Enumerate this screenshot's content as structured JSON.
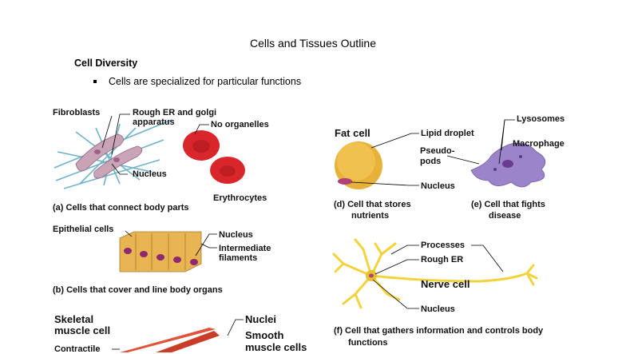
{
  "page": {
    "title": "Cells and Tissues Outline",
    "heading": "Cell Diversity",
    "bullet": "Cells are specialized for particular functions"
  },
  "figure": {
    "fibroblasts": "Fibroblasts",
    "rough_er_golgi_1": "Rough ER and golgi",
    "rough_er_golgi_2": "apparatus",
    "no_organelles": "No organelles",
    "nucleus_a": "Nucleus",
    "erythrocytes": "Erythrocytes",
    "caption_a": "(a) Cells that connect body parts",
    "epithelial": "Epithelial cells",
    "nucleus_b": "Nucleus",
    "intermediate_1": "Intermediate",
    "intermediate_2": "filaments",
    "caption_b": "(b) Cells that cover and line body organs",
    "skeletal_1": "Skeletal",
    "skeletal_2": "muscle cell",
    "contractile": "Contractile",
    "nuclei": "Nuclei",
    "smooth_1": "Smooth",
    "smooth_2": "muscle cells",
    "fat_cell": "Fat cell",
    "lipid_droplet": "Lipid droplet",
    "pseudo_1": "Pseudo-",
    "pseudo_2": "pods",
    "nucleus_d": "Nucleus",
    "caption_d_1": "(d) Cell that stores",
    "caption_d_2": "nutrients",
    "lysosomes": "Lysosomes",
    "macrophage": "Macrophage",
    "caption_e_1": "(e) Cell that fights",
    "caption_e_2": "disease",
    "processes": "Processes",
    "rough_er": "Rough ER",
    "nerve_cell": "Nerve cell",
    "nucleus_f": "Nucleus",
    "caption_f_1": "(f) Cell that gathers information and controls body",
    "caption_f_2": "functions"
  },
  "colors": {
    "rbc": "#d9262b",
    "fat": "#e8b23a",
    "macrophage": "#9b84c9",
    "nerve": "#f2d33c",
    "epithelial": "#e9b552",
    "muscle": "#e0533a",
    "fiber": "#6fb3c8"
  }
}
